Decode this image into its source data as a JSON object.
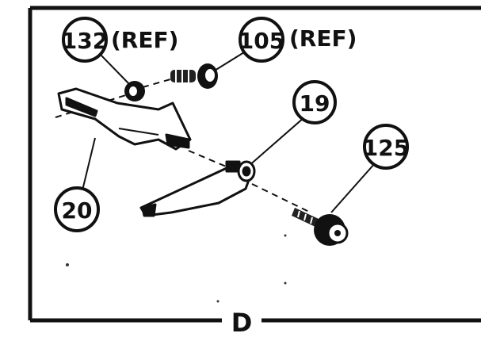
{
  "callouts": {
    "c132": "132",
    "c105": "105",
    "c19": "19",
    "c125": "125",
    "c20": "20"
  },
  "ref_labels": {
    "r132": "(REF)",
    "r105": "(REF)"
  },
  "view_label": "D"
}
